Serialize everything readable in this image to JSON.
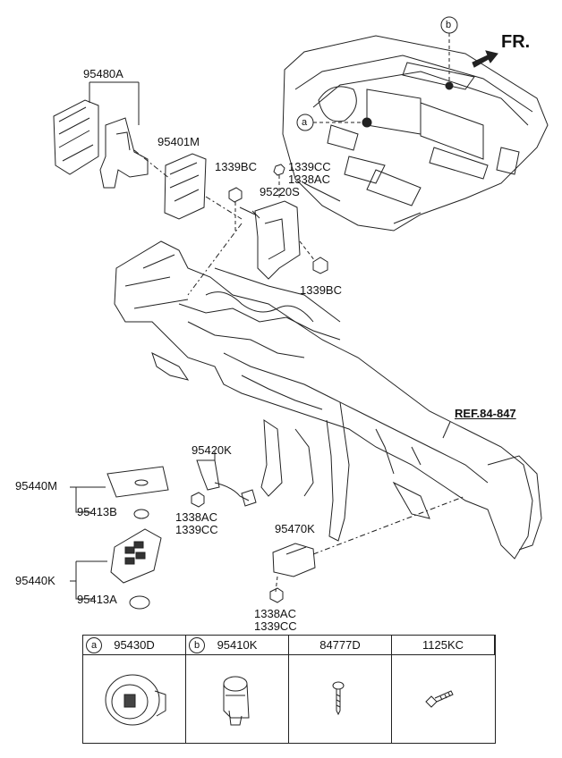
{
  "header": {
    "front_label": "FR."
  },
  "callouts": {
    "a": "a",
    "b": "b"
  },
  "parts": {
    "p95480A": "95480A",
    "p95401M": "95401M",
    "p1339BC_top": "1339BC",
    "p1339CC_top": "1339CC",
    "p1338AC_top": "1338AC",
    "p95220S": "95220S",
    "p1339BC_bottom": "1339BC",
    "ref": "REF.84-847",
    "p95420K": "95420K",
    "p95440M": "95440M",
    "p95413B": "95413B",
    "p1338AC_mid": "1338AC",
    "p1339CC_mid": "1339CC",
    "p95470K": "95470K",
    "p95440K": "95440K",
    "p95413A": "95413A",
    "p1338AC_bot": "1338AC",
    "p1339CC_bot": "1339CC"
  },
  "table": {
    "headers": [
      {
        "tag": "a",
        "code": "95430D"
      },
      {
        "tag": "b",
        "code": "95410K"
      },
      {
        "tag": "",
        "code": "84777D"
      },
      {
        "tag": "",
        "code": "1125KC"
      }
    ]
  }
}
